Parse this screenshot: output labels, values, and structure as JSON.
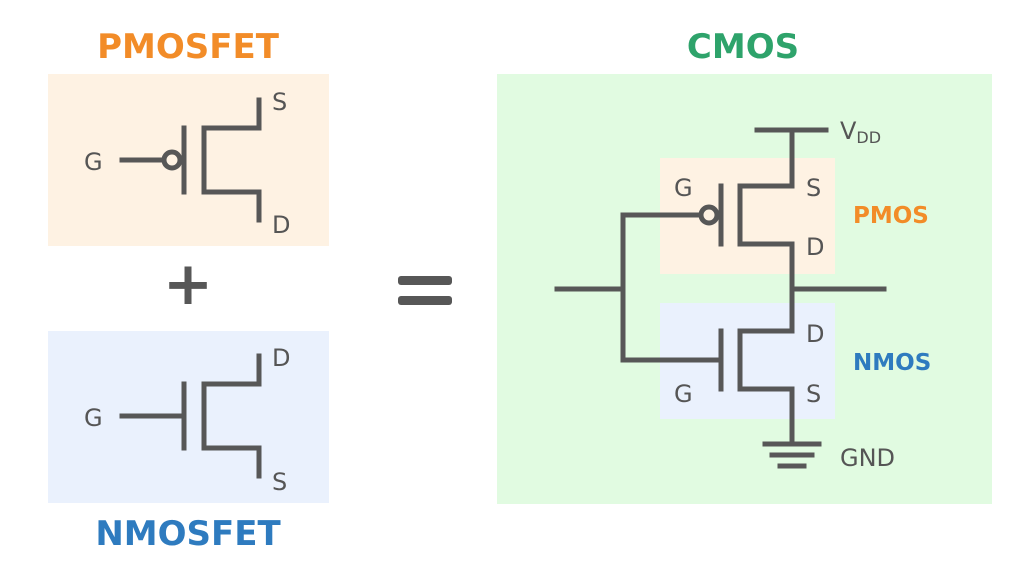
{
  "titles": {
    "pmosfet": "PMOSFET",
    "nmosfet": "NMOSFET",
    "cmos": "CMOS"
  },
  "operators": {
    "plus": "+",
    "equals": "="
  },
  "pmos_symbol": {
    "gate": "G",
    "source": "S",
    "drain": "D"
  },
  "nmos_symbol": {
    "gate": "G",
    "drain": "D",
    "source": "S"
  },
  "cmos": {
    "vdd_main": "V",
    "vdd_sub": "DD",
    "gnd": "GND",
    "pmos_label": "PMOS",
    "nmos_label": "NMOS",
    "pmos_gate": "G",
    "pmos_source": "S",
    "pmos_drain": "D",
    "nmos_gate": "G",
    "nmos_drain": "D",
    "nmos_source": "S"
  },
  "colors": {
    "pmos_accent": "#F28C28",
    "nmos_accent": "#2E7BBF",
    "cmos_accent": "#2EA36B",
    "pmos_bg": "#FEF2E3",
    "nmos_bg": "#EAF1FD",
    "cmos_bg": "#E1FBE1",
    "wire": "#575757",
    "text": "#555555"
  }
}
